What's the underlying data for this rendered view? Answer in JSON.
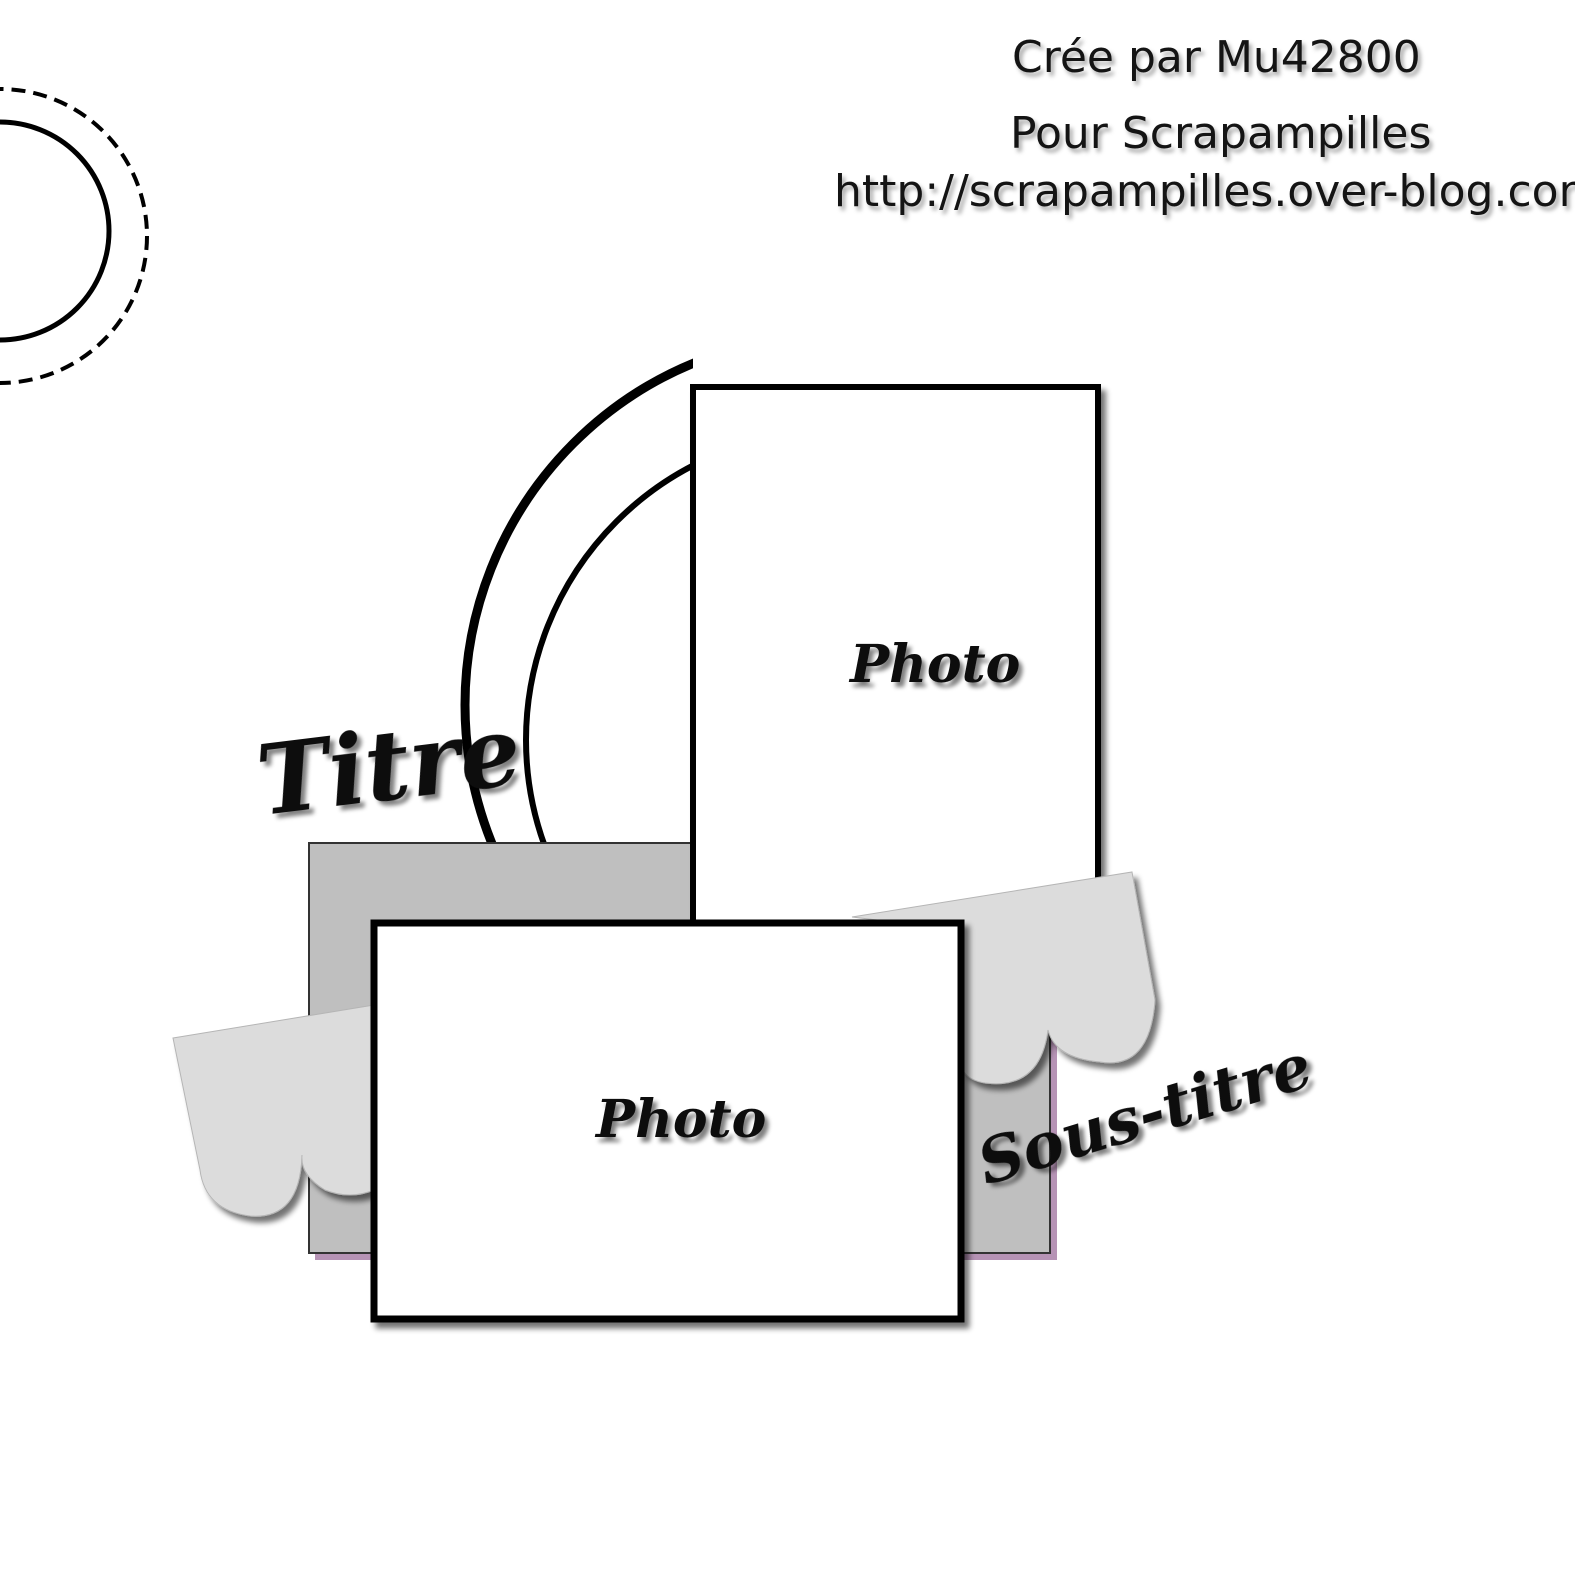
{
  "credits": {
    "line1": "Crée par Mu42800",
    "line2": "Pour Scrapampilles",
    "line3": "http://scrapampilles.over-blog.com"
  },
  "labels": {
    "title": "Titre",
    "subtitle": "Sous-titre",
    "photo_top": "Photo",
    "photo_bottom": "Photo"
  },
  "colors": {
    "background": "#ffffff",
    "outline": "#000000",
    "gray_mat": "#bfbfbf",
    "scallop_banner": "#dcdcdc",
    "mat_shadow": "#7a3a78"
  }
}
